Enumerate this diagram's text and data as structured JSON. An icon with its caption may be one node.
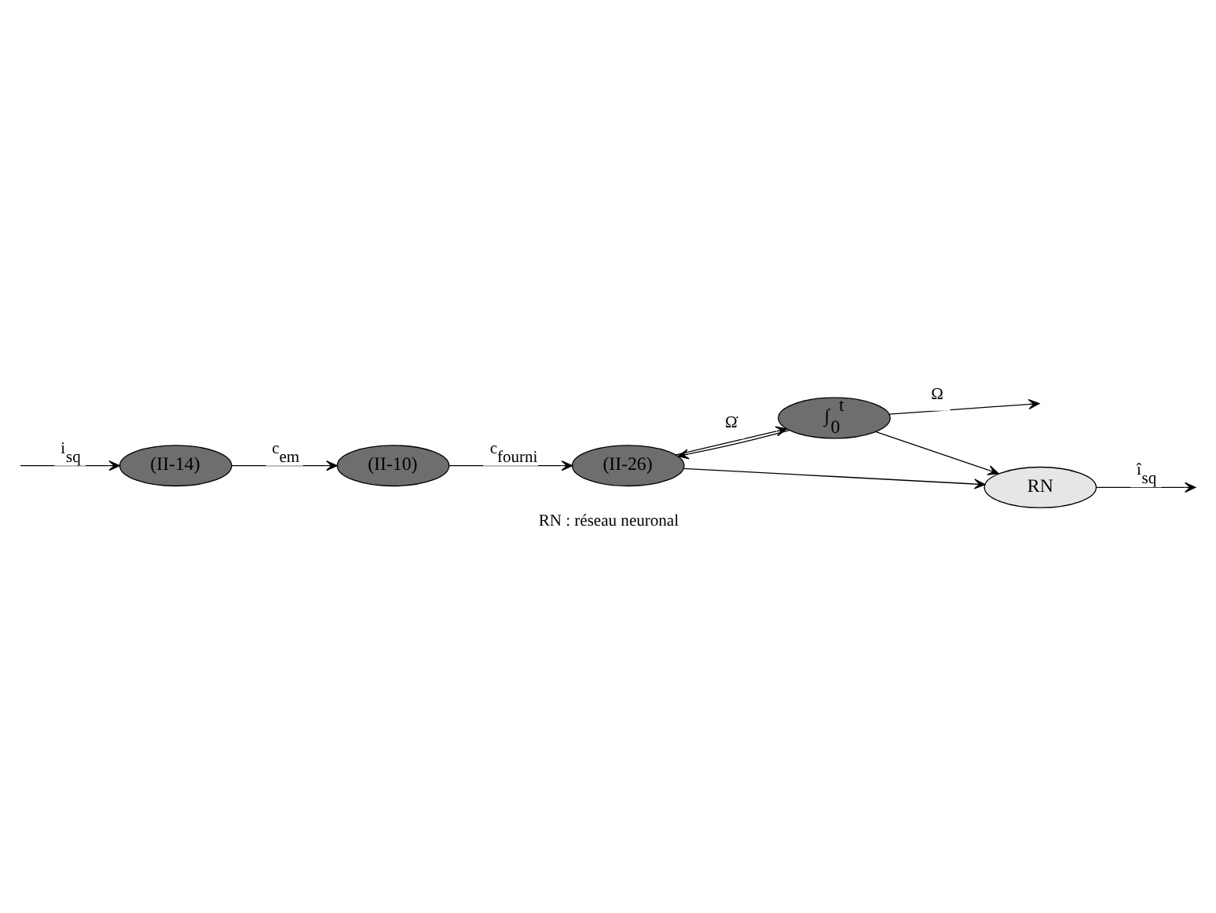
{
  "diagram": {
    "caption": "RN : réseau neuronal",
    "nodes": [
      {
        "text": [
          "(II-14)"
        ]
      },
      {
        "text": [
          "(II-10)"
        ]
      },
      {
        "text": [
          "(II-26)"
        ]
      },
      {
        "text": [
          "∫$_{0}$$^{t}$"
        ]
      },
      {
        "text": [
          "RN"
        ]
      }
    ],
    "edges": [
      {
        "from": null,
        "to": 0,
        "arrow": "to",
        "label": "i$_{sq}$"
      },
      {
        "from": 0,
        "to": 1,
        "arrow": "to",
        "label": "c$_{em}$"
      },
      {
        "from": 1,
        "to": 2,
        "arrow": "to",
        "label": "c$_{fourni}$"
      },
      {
        "from": 2,
        "to": 3,
        "arrow": "to",
        "label": "Ω̇"
      },
      {
        "from": 3,
        "to": null,
        "arrow": "to",
        "label": "Ω"
      },
      {
        "from": 3,
        "to": 2,
        "arrow": "to"
      },
      {
        "from": 2,
        "to": 4,
        "arrow": "to"
      },
      {
        "from": 3,
        "to": 4,
        "arrow": "to"
      },
      {
        "from": 4,
        "to": null,
        "arrow": "to",
        "label": "î$_{sq}$"
      }
    ]
  }
}
